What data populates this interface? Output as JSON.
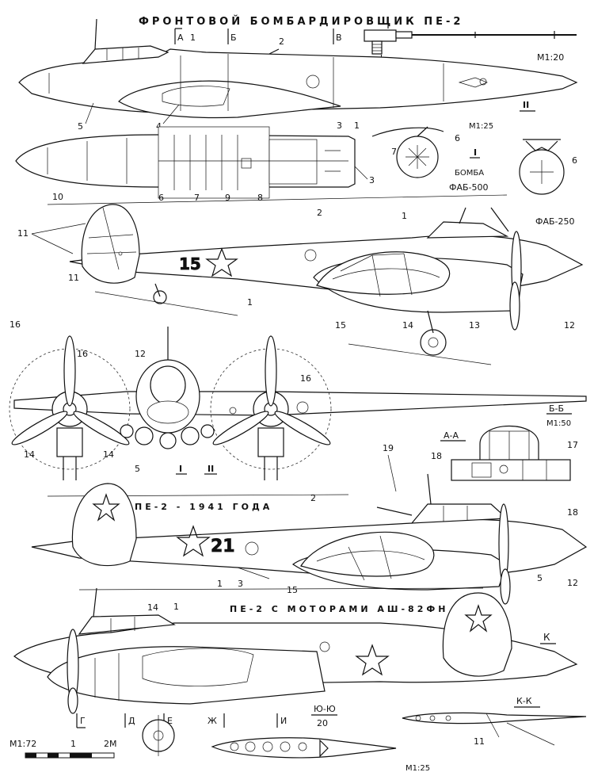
{
  "titles": {
    "main": "ФРОНТОВОЙ БОМБАРДИРОВЩИК ПЕ-2",
    "v1941": "ПЕ-2 - 1941 ГОДА",
    "ash82": "ПЕ-2 С МОТОРАМИ АШ-82ФН"
  },
  "scales": {
    "gun": "М1:20",
    "bomb": "М1:25",
    "section_bb": "М1:50",
    "main_scale": "М1:72",
    "bar_mid": "1",
    "bar_end": "2М",
    "section_yu": "М1:25"
  },
  "bombs": {
    "label": "БОМБА",
    "fab500": "ФАБ-500",
    "fab250": "ФАБ-250",
    "roman1": "I",
    "roman2": "II"
  },
  "sections": {
    "a": "А",
    "b": "Б",
    "v": "В",
    "g": "Г",
    "d": "Д",
    "e": "Е",
    "zh": "Ж",
    "i": "И",
    "k": "К",
    "aa": "А-А",
    "bb": "Б-Б",
    "kk": "К-К",
    "yuyu": "Ю-Ю",
    "yu_num": "20"
  },
  "markings": {
    "tail15": "15",
    "tail21": "21"
  },
  "callouts": {
    "n1": "1",
    "n2": "2",
    "n3": "3",
    "n4": "4",
    "n5": "5",
    "n6": "6",
    "n7": "7",
    "n8": "8",
    "n9": "9",
    "n10": "10",
    "n11": "11",
    "n12": "12",
    "n13": "13",
    "n14": "14",
    "n15": "15",
    "n16": "16",
    "n17": "17",
    "n18": "18",
    "n19": "19",
    "roman1": "I",
    "roman2": "II"
  }
}
